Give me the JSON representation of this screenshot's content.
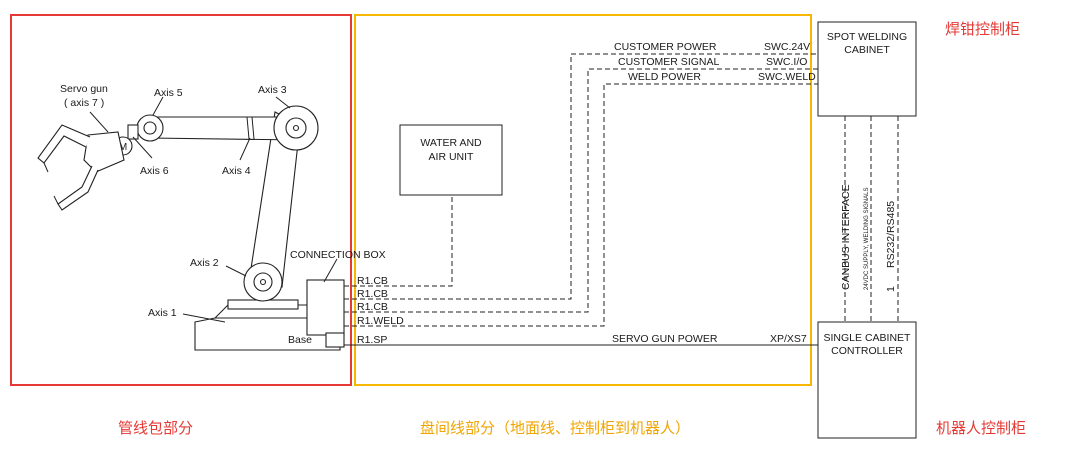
{
  "colors": {
    "red_frame": "#e53935",
    "orange_frame": "#f5b700",
    "red_text": "#e53935",
    "orange_text": "#f0a500",
    "line": "#222222"
  },
  "robot": {
    "servo_gun_line1": "Servo gun",
    "servo_gun_line2": "( axis 7 )",
    "motor_label": "M",
    "axis1": "Axis 1",
    "axis2": "Axis 2",
    "axis3": "Axis 3",
    "axis4": "Axis 4",
    "axis5": "Axis 5",
    "axis6": "Axis 6",
    "base": "Base",
    "connection_box": "CONNECTION BOX"
  },
  "ports": {
    "cb1": "R1.CB",
    "cb2": "R1.CB",
    "cb3": "R1.CB",
    "weld": "R1.WELD",
    "sp": "R1.SP"
  },
  "water_air_unit": {
    "line1": "WATER AND",
    "line2": "AIR UNIT"
  },
  "cables": {
    "customer_power": "CUSTOMER POWER",
    "customer_signal": "CUSTOMER SIGNAL",
    "weld_power": "WELD POWER",
    "servo_gun_power": "SERVO GUN POWER"
  },
  "connectors": {
    "swc_24v": "SWC.24V",
    "swc_io": "SWC.I/O",
    "swc_weld": "SWC.WELD",
    "xp_xs7": "XP/XS7"
  },
  "spot_welding_cabinet": {
    "line1": "SPOT WELDING",
    "line2": "CABINET"
  },
  "single_cabinet_controller": {
    "line1": "SINGLE CABINET",
    "line2": "CONTROLLER"
  },
  "vertical_links": {
    "canbus": "CANBUS INTERFACE",
    "supply": "24VDC SUPPLY, WELDING SIGNALS",
    "rs": "RS232/RS485",
    "one": "1"
  },
  "captions": {
    "dress_pack": "管线包部分",
    "inter_cable": "盘间线部分（地面线、控制柜到机器人）",
    "robot_cabinet": "机器人控制柜",
    "gun_cabinet": "焊钳控制柜"
  }
}
